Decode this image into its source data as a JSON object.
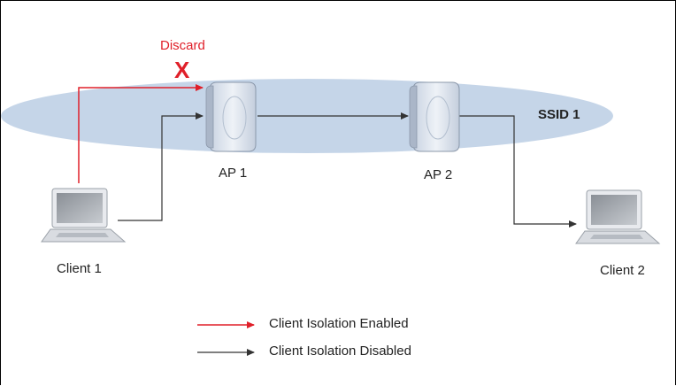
{
  "diagram": {
    "ssid_label": "SSID 1",
    "discard_label": "Discard",
    "discard_mark": "X",
    "ap1_label": "AP 1",
    "ap2_label": "AP 2",
    "client1_label": "Client 1",
    "client2_label": "Client 2"
  },
  "legend": {
    "enabled_label": "Client Isolation Enabled",
    "disabled_label": "Client Isolation Disabled"
  },
  "colors": {
    "enabled": "#e0202a",
    "disabled": "#333333",
    "ssid_fill": "#bfd0e6"
  },
  "icons": {
    "access_point": "access-point-icon",
    "laptop": "laptop-icon"
  }
}
